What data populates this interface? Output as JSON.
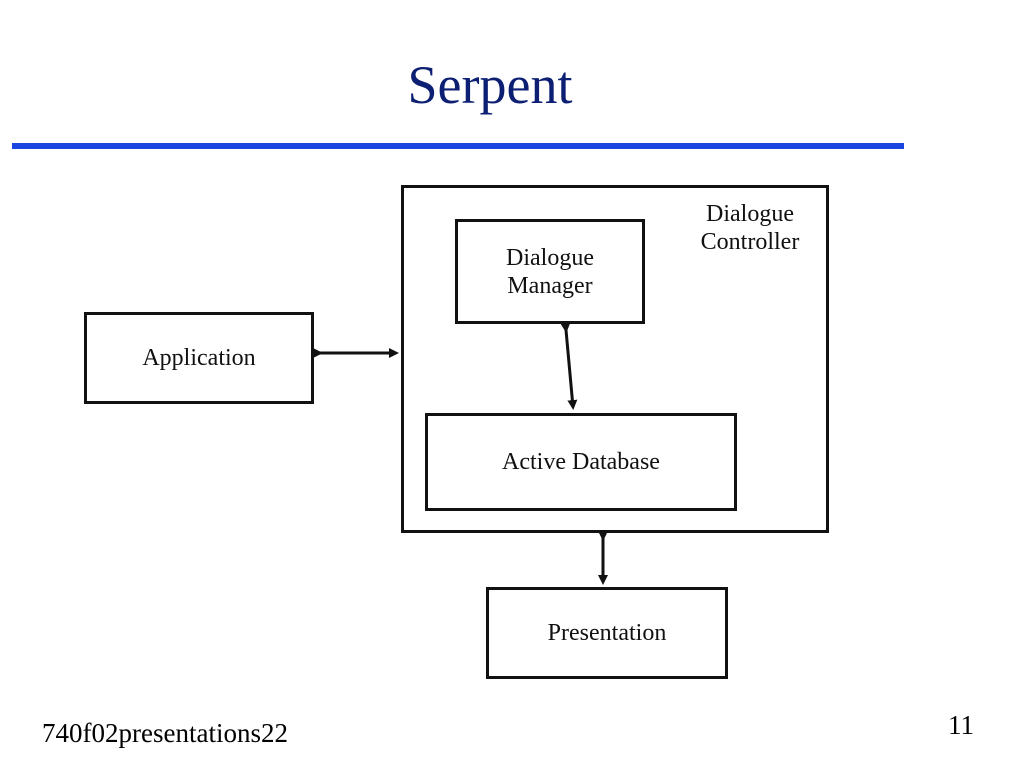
{
  "slide": {
    "title": "Serpent",
    "footer_left": "740f02presentations22",
    "page_number": "11"
  },
  "diagram": {
    "controller_label_line1": "Dialogue",
    "controller_label_line2": "Controller",
    "manager_line1": "Dialogue",
    "manager_line2": "Manager",
    "application": "Application",
    "active_database": "Active Database",
    "presentation": "Presentation"
  },
  "colors": {
    "title": "#0c1f73",
    "rule": "#1a45e0",
    "box_stroke": "#111111"
  }
}
